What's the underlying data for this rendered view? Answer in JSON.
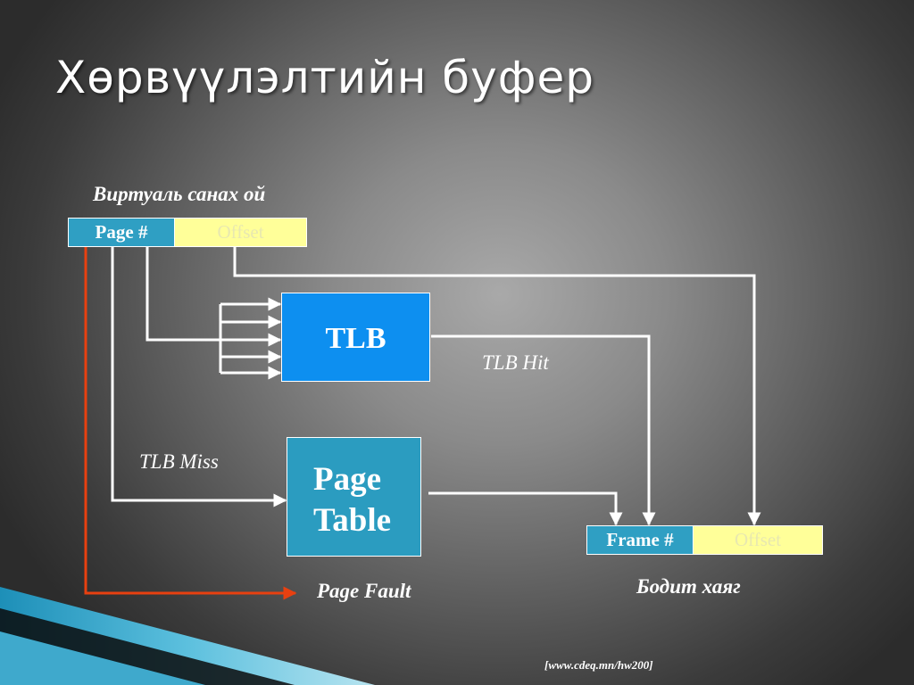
{
  "slide": {
    "title": "Хөрвүүлэлтийн буфер",
    "virtual_label": "Виртуаль санах ой",
    "virtual_address": {
      "page": "Page #",
      "offset": "Offset"
    },
    "tlb_label": "TLB",
    "tlb_hit": "TLB Hit",
    "tlb_miss": "TLB Miss",
    "page_table": {
      "line1": "Page",
      "line2": "Table"
    },
    "page_fault": "Page Fault",
    "physical_address": {
      "frame": "Frame #",
      "offset": "Offset"
    },
    "physical_label": "Бодит хаяг",
    "source": "[www.cdeq.mn/hw200]"
  },
  "colors": {
    "page_cell": "#2f9fc3",
    "offset_cell": "#ffff99",
    "tlb_box": "#0d8ff0",
    "page_table_box": "#2b9cc0",
    "fault_arrow": "#e84010",
    "arrow": "#ffffff"
  }
}
